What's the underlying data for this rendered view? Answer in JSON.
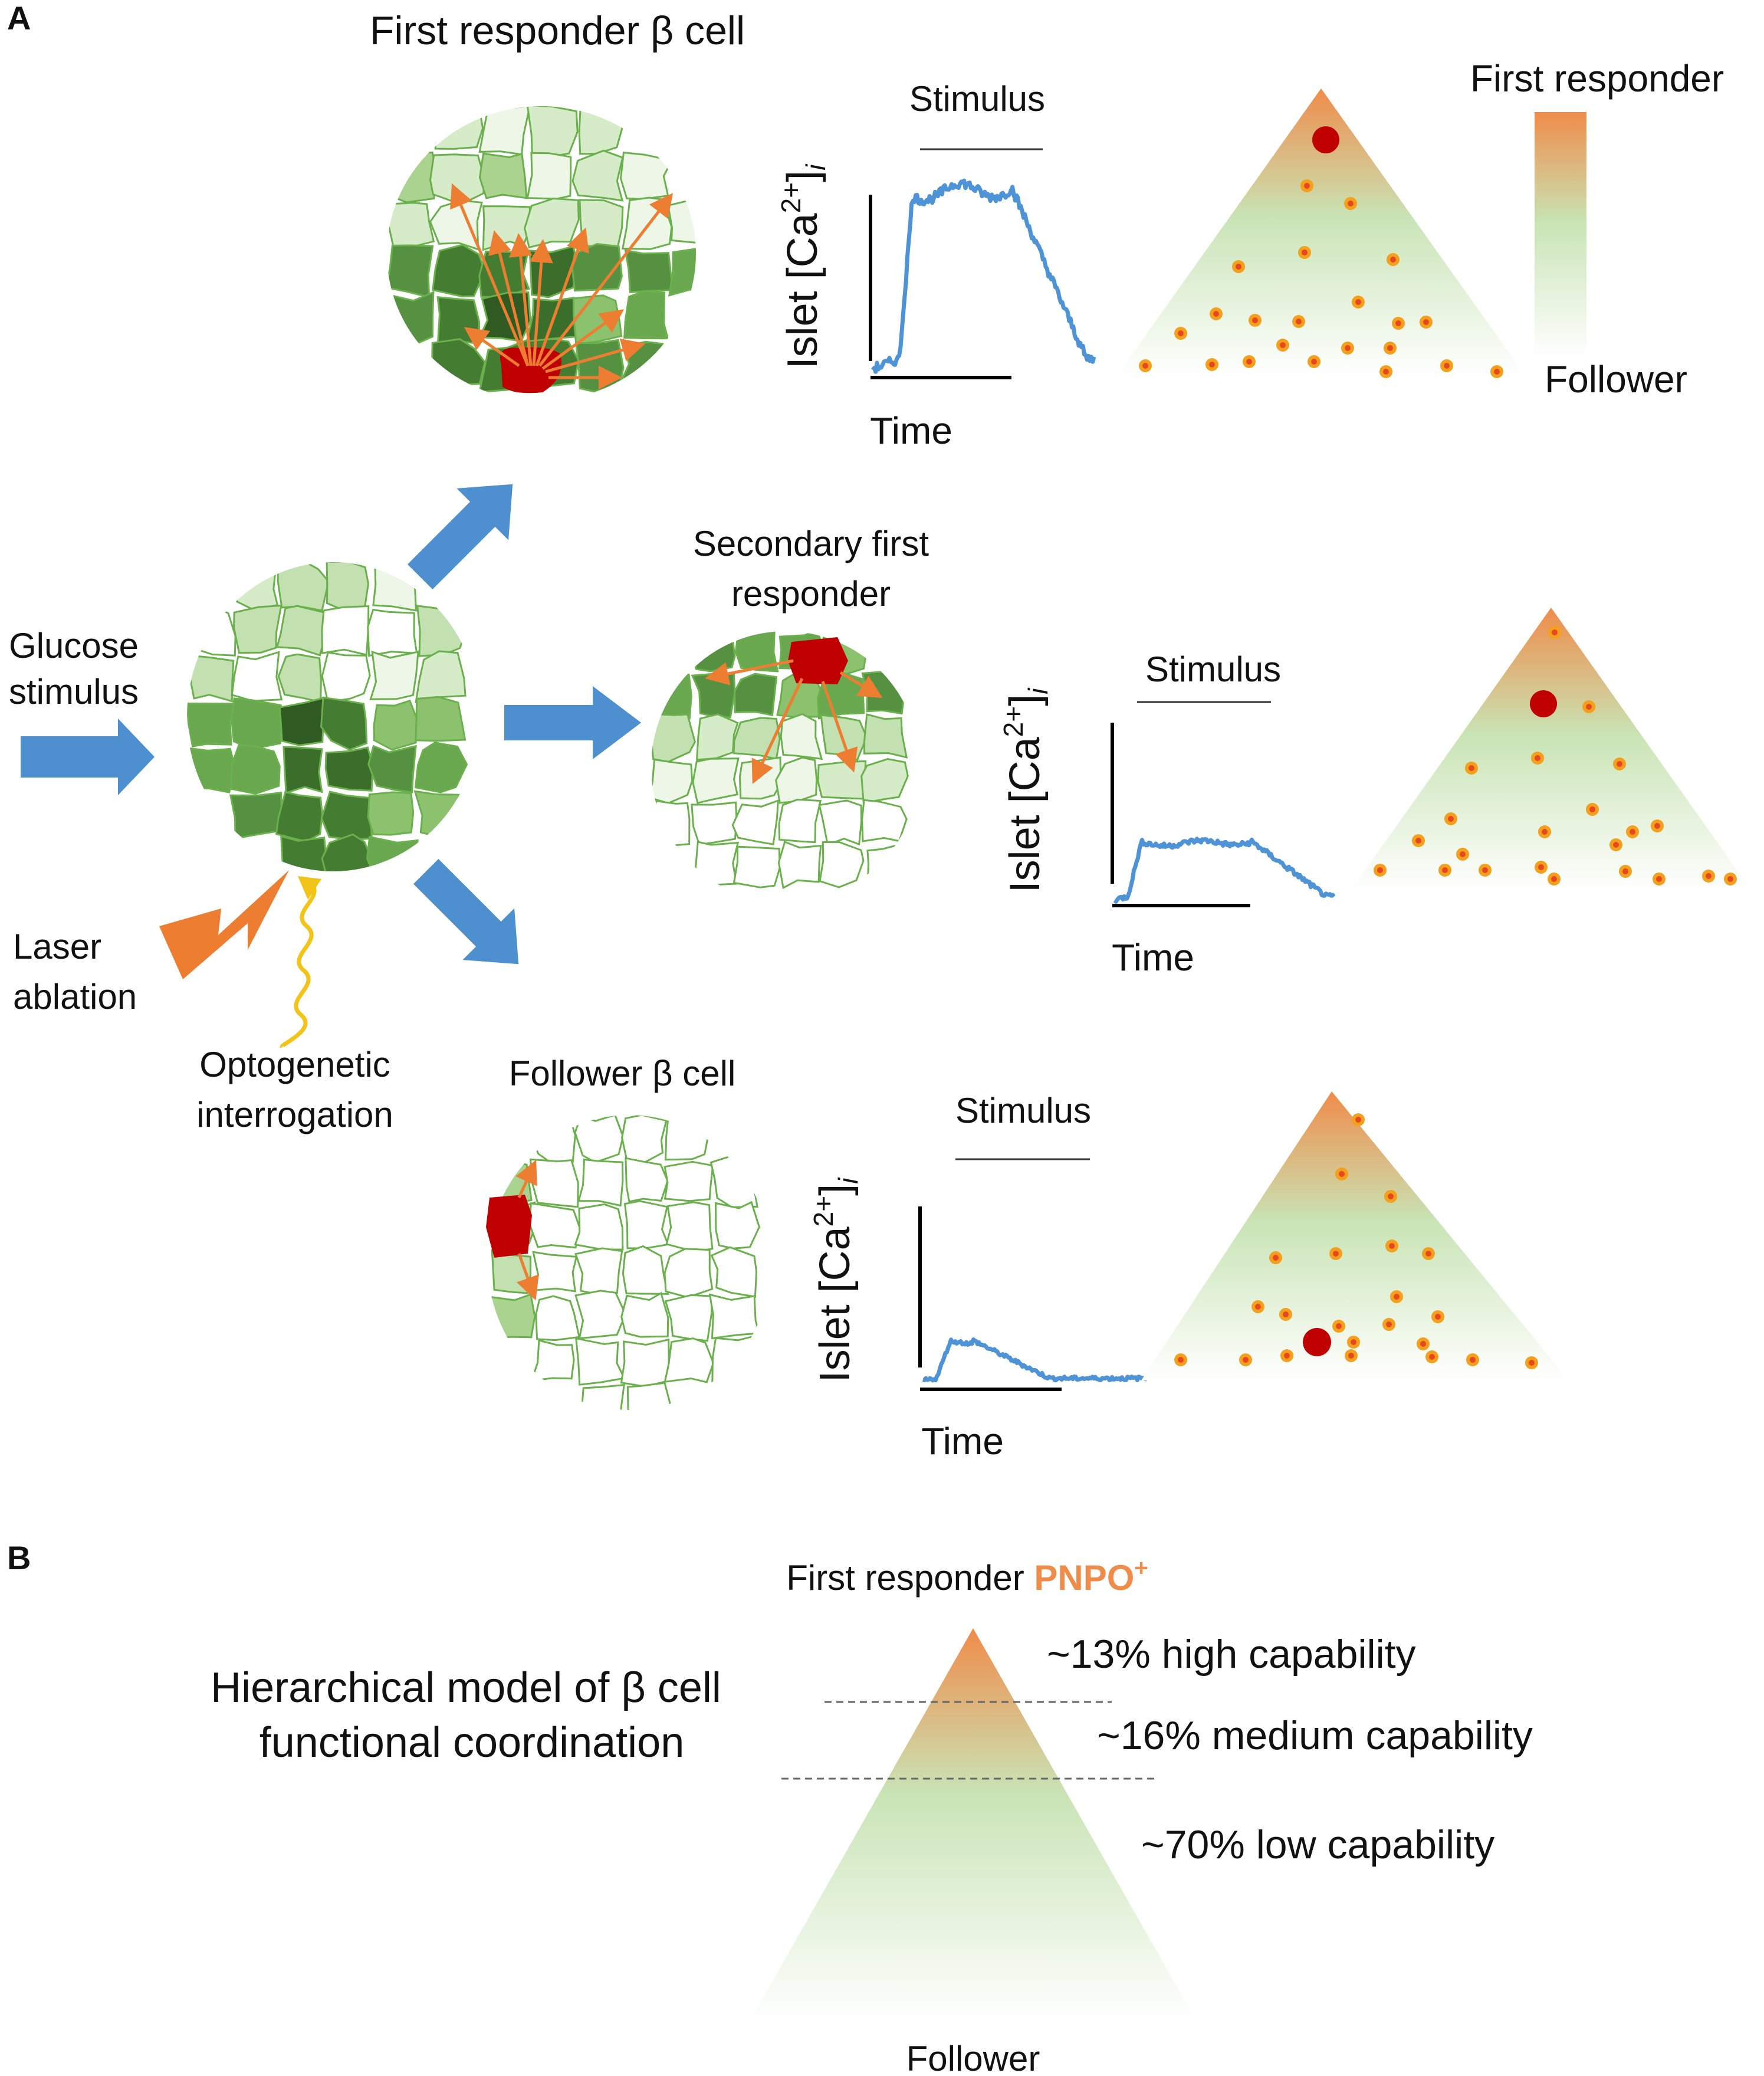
{
  "colors": {
    "arrow_blue": "#4d8fcf",
    "trace_blue": "#4d93d6",
    "first_responder_red": "#c00000",
    "follower_dot_orange": "#f4a01c",
    "dot_core": "#e8471e",
    "laser_orange": "#ed7d31",
    "optogenetic_yellow": "#f2c318",
    "gradient_top": "#ef8c4a",
    "gradient_mid": "#c5e3b3",
    "gradient_bottom": "#ffffff",
    "cell_outline": "#6ab04c",
    "pnpo_orange": "#ef8c4a"
  },
  "panel_a": {
    "label": "A",
    "input": {
      "stimulus_label": "Glucose\nstimulus",
      "laser_label": "Laser\nablation",
      "optogenetic_label": "Optogenetic\ninterrogation"
    },
    "rows": [
      {
        "islet_title": "First responder β cell",
        "trace_stimulus": "Stimulus",
        "trace_ylabel": "Islet [Ca2+]i",
        "trace_xlabel": "Time",
        "trace_level": "high",
        "scale_top": "First responder",
        "scale_bottom": "Follower"
      },
      {
        "islet_title": "Secondary first\nresponder",
        "trace_stimulus": "Stimulus",
        "trace_ylabel": "Islet [Ca2+]i",
        "trace_xlabel": "Time",
        "trace_level": "medium"
      },
      {
        "islet_title": "Follower β cell",
        "trace_stimulus": "Stimulus",
        "trace_ylabel": "Islet [Ca2+]i",
        "trace_xlabel": "Time",
        "trace_level": "low"
      }
    ]
  },
  "panel_b": {
    "label": "B",
    "model_title": "Hierarchical model of β cell\nfunctional coordination",
    "top_label": "First responder",
    "marker": "PNPO",
    "marker_sup": "+",
    "tiers": [
      "~13% high capability",
      "~16% medium capability",
      "~70% low capability"
    ],
    "bottom_label": "Follower"
  }
}
